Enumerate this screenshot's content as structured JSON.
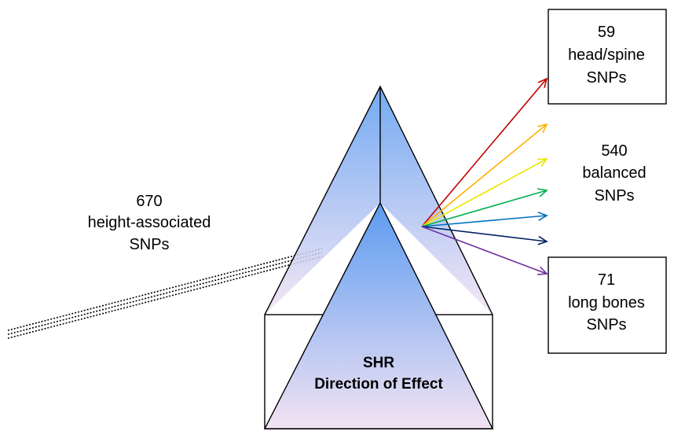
{
  "input": {
    "count": "670",
    "line1": "height-associated",
    "line2": "SNPs"
  },
  "prism": {
    "label_line1": "SHR",
    "label_line2": "Direction of Effect"
  },
  "outputs": [
    {
      "count": "59",
      "line1": "head/spine",
      "line2": "SNPs",
      "boxed": true
    },
    {
      "count": "540",
      "line1": "balanced",
      "line2": "SNPs",
      "boxed": false
    },
    {
      "count": "71",
      "line1": "long bones",
      "line2": "SNPs",
      "boxed": true
    }
  ],
  "rays": [
    {
      "color": "#c00000"
    },
    {
      "color": "#ffb000"
    },
    {
      "color": "#e8e800"
    },
    {
      "color": "#00b050"
    },
    {
      "color": "#0070c0"
    },
    {
      "color": "#002060"
    },
    {
      "color": "#7030a0"
    }
  ],
  "colors": {
    "prism_top": "#5b9bf0",
    "prism_bottom": "#f3e3f3",
    "outline": "#000000"
  }
}
